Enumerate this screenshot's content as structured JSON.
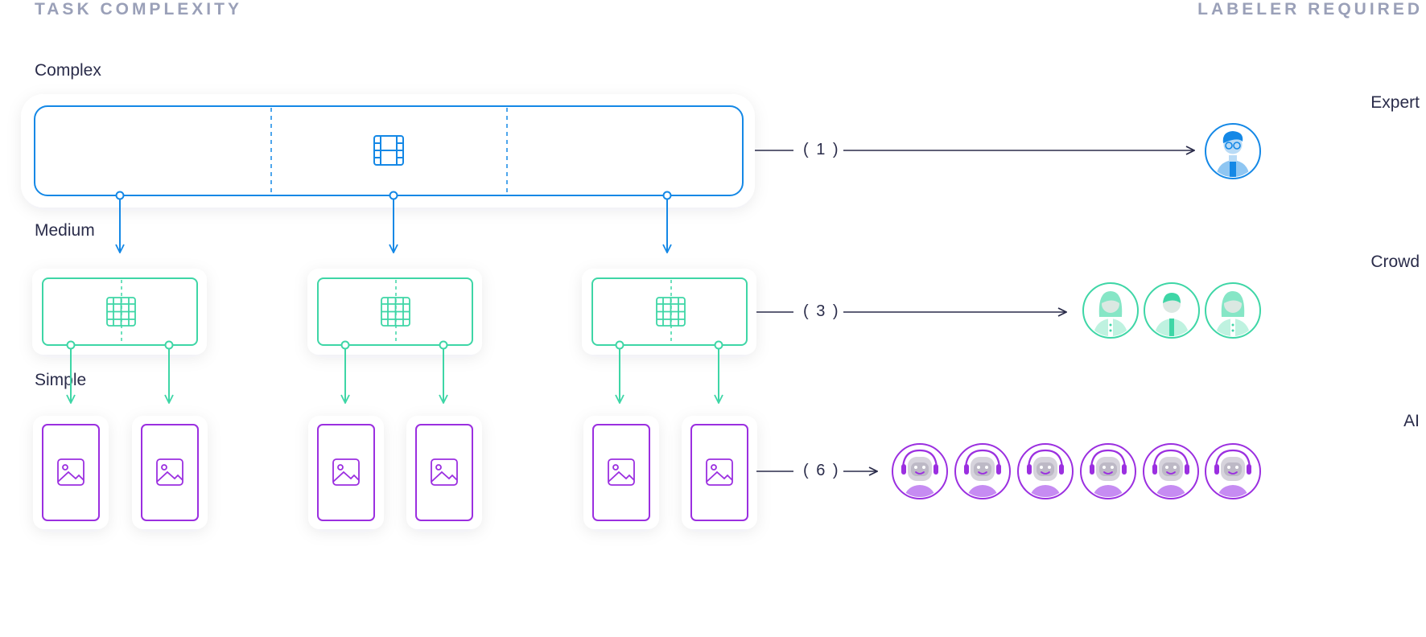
{
  "headers": {
    "left": "TASK COMPLEXITY",
    "right": "LABELER REQUIRED"
  },
  "levels": {
    "complex": "Complex",
    "medium": "Medium",
    "simple": "Simple"
  },
  "labelers": {
    "expert": {
      "label": "Expert",
      "count": "( 1 )"
    },
    "crowd": {
      "label": "Crowd",
      "count": "( 3 )"
    },
    "ai": {
      "label": "AI",
      "count": "( 6 )"
    }
  },
  "colors": {
    "complex": "#1488e6",
    "medium": "#3ed6a6",
    "simple": "#9b2fe0",
    "arrow": "#2a2c4a",
    "header": "#9aa0b8"
  },
  "icons": {
    "complex_task": "grid-icon",
    "medium_task": "grid-icon",
    "simple_task": "image-icon",
    "expert": "expert-avatar-icon",
    "crowd": "person-avatar-icon",
    "ai": "robot-avatar-icon"
  }
}
